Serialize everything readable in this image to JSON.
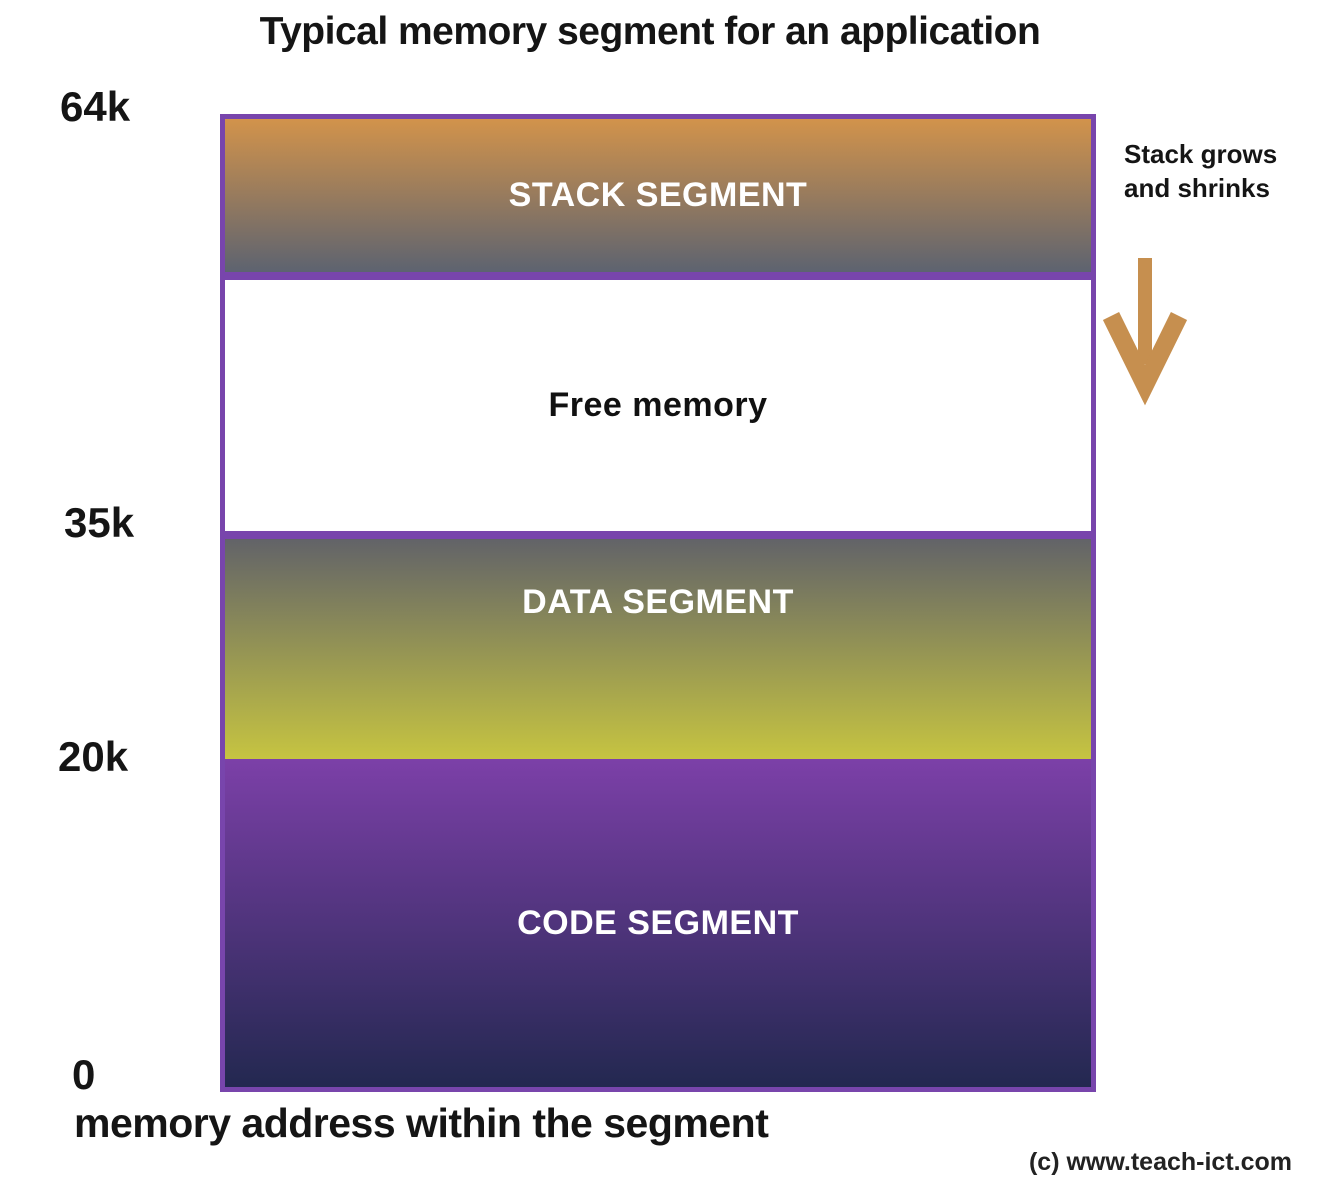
{
  "title": {
    "text": "Typical memory segment for an application"
  },
  "border_color": "#7845AC",
  "segments": [
    {
      "id": "stack",
      "label": "STACK SEGMENT",
      "gradient": [
        "#D2934B",
        "#5D6370"
      ],
      "text_color": "#FFFFFF"
    },
    {
      "id": "free",
      "label": "Free memory",
      "gradient": [
        "#FFFFFF",
        "#FFFFFF"
      ],
      "text_color": "#111111"
    },
    {
      "id": "data",
      "label": "DATA SEGMENT",
      "gradient": [
        "#626368",
        "#C6C441"
      ],
      "text_color": "#FFFFFF"
    },
    {
      "id": "code",
      "label": "CODE SEGMENT",
      "gradient": [
        "#7C40A8",
        "#232850"
      ],
      "text_color": "#FFFFFF"
    }
  ],
  "axis": {
    "labels": [
      {
        "value": "64k"
      },
      {
        "value": "35k"
      },
      {
        "value": "20k"
      },
      {
        "value": "0"
      }
    ],
    "caption": "memory address within the segment"
  },
  "annotation": {
    "line1": "Stack grows",
    "line2": "and shrinks",
    "arrow_color": "#C68F4F"
  },
  "credit": "(c) www.teach-ict.com"
}
